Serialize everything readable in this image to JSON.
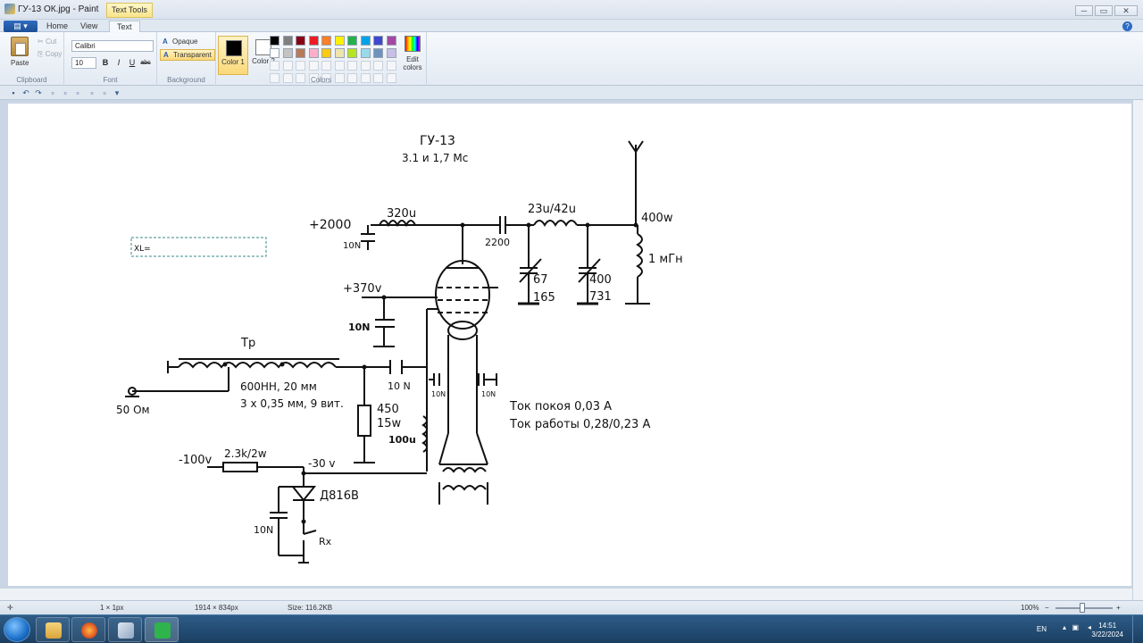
{
  "window": {
    "title": "ГУ-13 ОК.jpg - Paint",
    "contextual_tab": "Text Tools",
    "controls": {
      "minimize": "─",
      "maximize": "▭",
      "close": "✕"
    }
  },
  "tabs": {
    "file": "▤ ▾",
    "home": "Home",
    "view": "View",
    "text": "Text",
    "help": "?"
  },
  "ribbon": {
    "clipboard": {
      "paste": "Paste",
      "cut": "Cut",
      "copy": "Copy",
      "label": "Clipboard"
    },
    "font": {
      "family": "Calibri",
      "size": "10",
      "bold": "B",
      "italic": "I",
      "underline": "U",
      "strike": "abc",
      "label": "Font"
    },
    "background": {
      "opaque": "Opaque",
      "transparent": "Transparent",
      "label": "Background"
    },
    "colors": {
      "color1": "Color 1",
      "color2": "Color 2",
      "edit": "Edit colors",
      "label": "Colors",
      "color1_value": "#000000",
      "color2_value": "#ffffff",
      "palette_row1": [
        "#000000",
        "#7f7f7f",
        "#880015",
        "#ed1c24",
        "#ff7f27",
        "#fff200",
        "#22b14c",
        "#00a2e8",
        "#3f48cc",
        "#a349a4"
      ],
      "palette_row2": [
        "#ffffff",
        "#c3c3c3",
        "#b97a57",
        "#ffaec9",
        "#ffc90e",
        "#efe4b0",
        "#b5e61d",
        "#99d9ea",
        "#7092be",
        "#c8bfe7"
      ]
    }
  },
  "schematic": {
    "title": "ГУ-13",
    "subtitle": "3.1 и 1,7 Мс",
    "text_box": "XL=",
    "labels": {
      "plus2000": "+2000",
      "c10n_top": "10N",
      "l320": "320u",
      "c2200": "2200",
      "l23_42": "23u/42u",
      "p400w": "400w",
      "l1mh": "1 мГн",
      "c67": "67",
      "c165": "165",
      "c400": "400",
      "c731": "731",
      "plus370": "+370v",
      "c10n_mid": "10N",
      "tp": "Tp",
      "ohm50": "50 Ом",
      "tr_core": "600НН, 20 мм",
      "tr_wire": "3 х 0,35 мм, 9 вит.",
      "c10n_coup": "10 N",
      "c10n_h1": "10N",
      "c10n_h2": "10N",
      "r450": "450",
      "w15": "15w",
      "l100": "100u",
      "idle_current": "Ток покоя  0,03 А",
      "work_current": "Ток работы 0,28/0,23 А",
      "minus100": "-100v",
      "r2_3k": "2.3k/2w",
      "minus30": "-30 v",
      "d816": "Д816В",
      "c10n_bot": "10N",
      "rx": "Rx"
    }
  },
  "statusbar": {
    "cursor": "✛",
    "selection": "1 × 1px",
    "dimensions": "1914 × 834px",
    "size": "Size: 116.2KB",
    "zoom": "100%",
    "zoom_out": "−",
    "zoom_in": "+"
  },
  "taskbar": {
    "lang": "EN",
    "time": "14:51",
    "date": "3/22/2024"
  }
}
